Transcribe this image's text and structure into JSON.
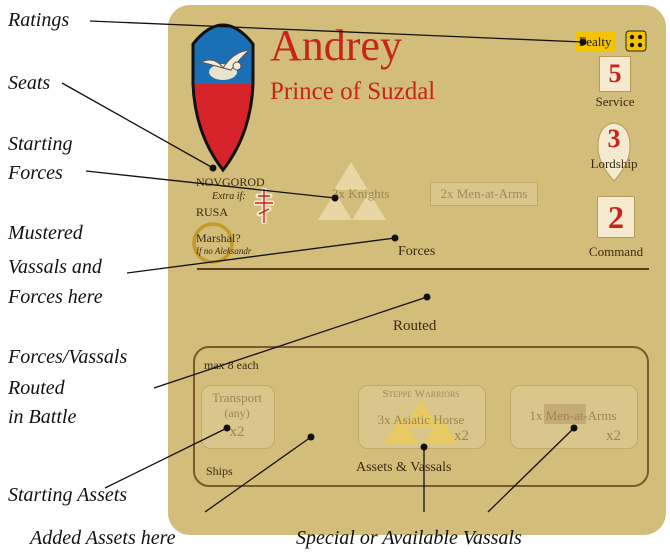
{
  "callouts": {
    "ratings": "Ratings",
    "seats": "Seats",
    "starting_forces_1": "Starting",
    "starting_forces_2": "Forces",
    "mustered_1": "Mustered",
    "mustered_2": "Vassals and",
    "mustered_3": "Forces here",
    "routed_1": "Forces/Vassals",
    "routed_2": "Routed",
    "routed_3": "in Battle",
    "starting_assets": "Starting Assets",
    "added_assets": "Added Assets here",
    "special_vassals": "Special or Available Vassals"
  },
  "card": {
    "name": "Andrey",
    "title": "Prince of Suzdal",
    "fealty_label": "Fealty",
    "service_value": "5",
    "service_label": "Service",
    "lordship_value": "3",
    "lordship_label": "Lordship",
    "command_value": "2",
    "command_label": "Command",
    "seat_primary": "NOVGOROD",
    "seat_extra": "Extra if:",
    "seat_secondary": "RUSA",
    "marshal": "Marshal?",
    "marshal_note": "If no Aleksandr",
    "forces_knights": "3x Knights",
    "forces_men": "2x Men-at-Arms",
    "forces_label": "Forces",
    "routed_label": "Routed",
    "max_each": "max 8 each",
    "asset_transport_1": "Transport",
    "asset_transport_2": "(any)",
    "asset_transport_qty": "x2",
    "ships_label": "Ships",
    "assets_label": "Assets & Vassals",
    "vassal_steppe_title": "Steppe Warriors",
    "vassal_steppe_forces": "3x Asiatic Horse",
    "vassal_steppe_qty": "x2",
    "vassal_men": "1x Men-at-Arms",
    "vassal_men_qty": "x2"
  },
  "colors": {
    "card": "#d2bd7a",
    "name": "#c8241c",
    "fealty": "#f5c400",
    "shield_top": "#1b6fb5",
    "shield_bottom": "#d6232a"
  },
  "icons": {
    "shield": "coat-of-arms-shield-icon",
    "falcon": "falcon-icon",
    "cross": "orthodox-cross-icon",
    "die": "die-four-icon"
  }
}
